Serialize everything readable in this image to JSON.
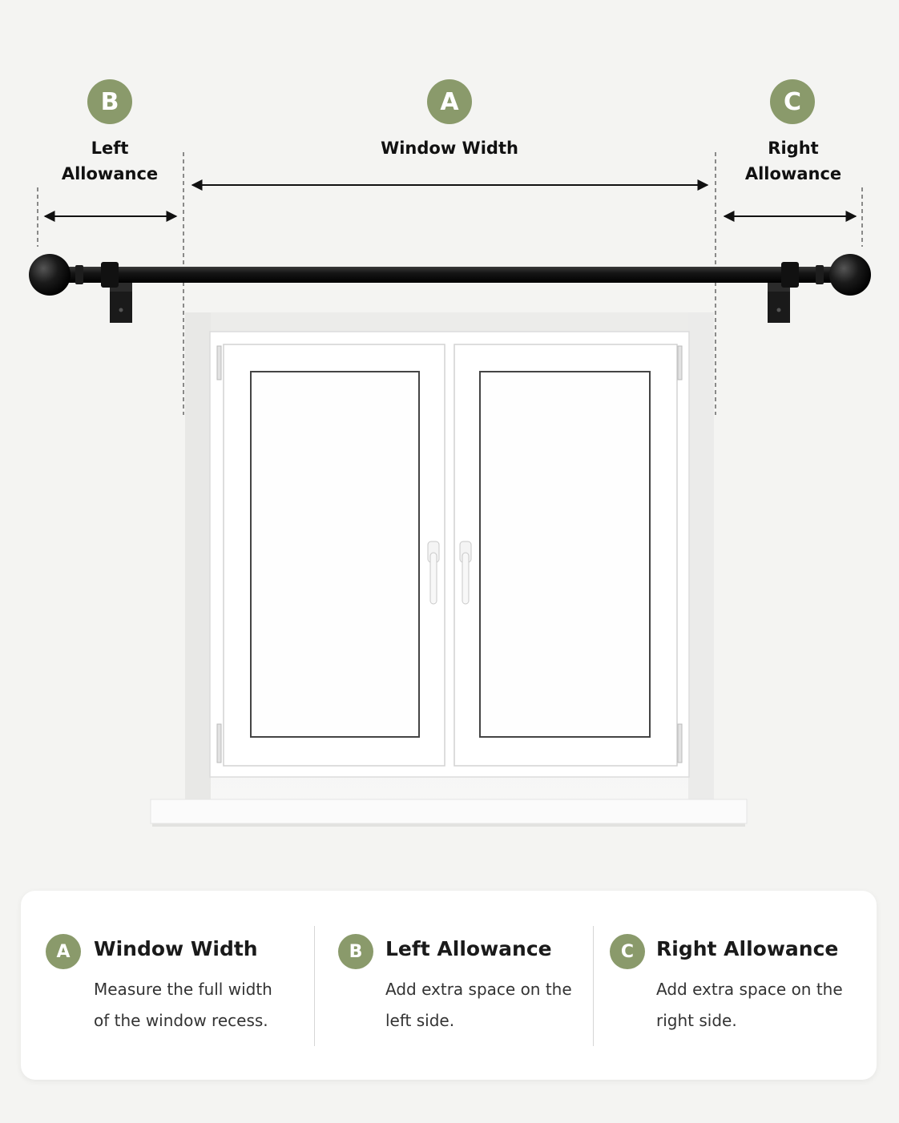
{
  "badges": {
    "a": "A",
    "b": "B",
    "c": "C"
  },
  "dimensions": {
    "window_width": "Window Width",
    "left_allowance": [
      "Left",
      "Allowance"
    ],
    "right_allowance": [
      "Right",
      "Allowance"
    ]
  },
  "legend": [
    {
      "badge": "A",
      "title": "Window Width",
      "desc": [
        "Measure the full width",
        "of the window recess."
      ]
    },
    {
      "badge": "B",
      "title": "Left Allowance",
      "desc": [
        "Add extra space on the",
        "left side."
      ]
    },
    {
      "badge": "C",
      "title": "Right Allowance",
      "desc": [
        "Add extra space on the",
        "right side."
      ]
    }
  ],
  "colors": {
    "badge": "#8a9a6b",
    "rod": "#151515",
    "wall": "#f4f4f2",
    "frame": "#ffffff"
  }
}
